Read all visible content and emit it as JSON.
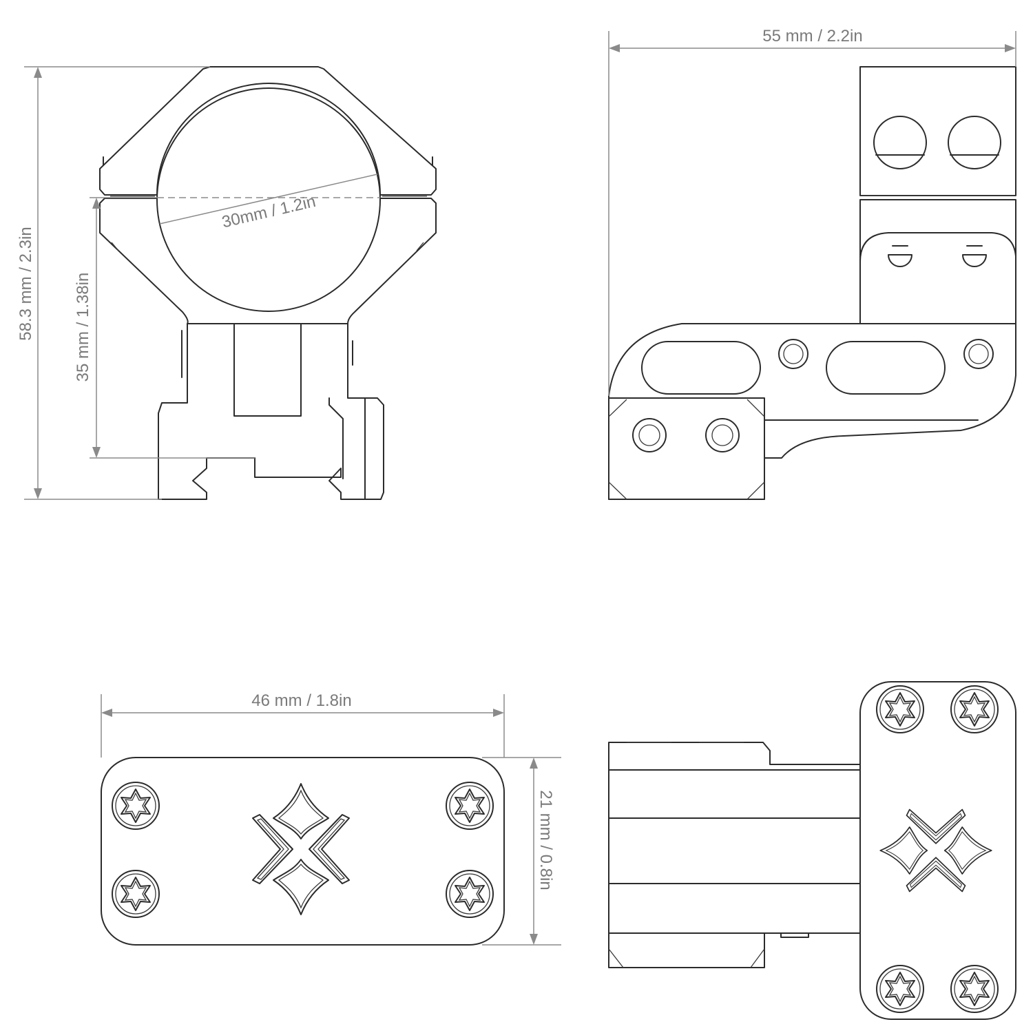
{
  "dimensions": {
    "total_height": "58.3 mm / 2.3in",
    "center_height": "35 mm / 1.38in",
    "ring_diameter": "30mm / 1.2in",
    "base_length": "55 mm / 2.2in",
    "top_length": "46 mm / 1.8in",
    "top_width": "21 mm / 0.8in"
  },
  "colors": {
    "line": "#2b2b2b",
    "dimension": "#8a8a8a",
    "background": "#ffffff"
  }
}
